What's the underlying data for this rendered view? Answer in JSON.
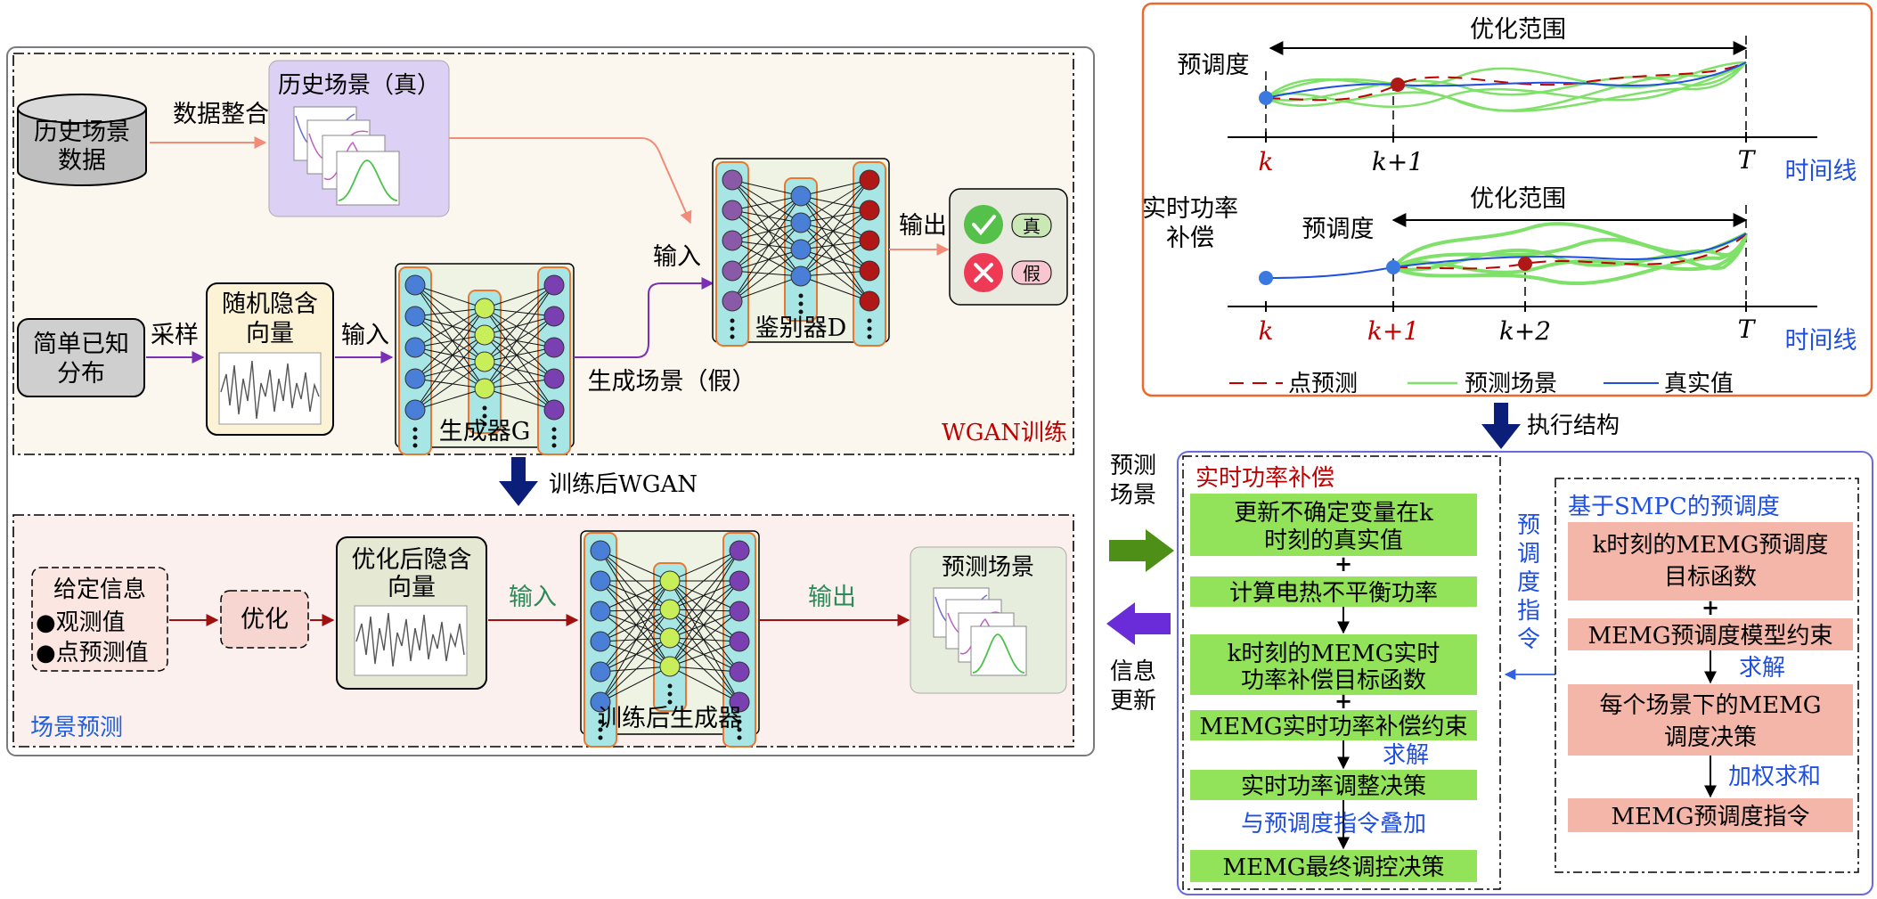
{
  "wgan": {
    "hist_db": [
      "历史场景",
      "数据"
    ],
    "data_integration": "数据整合",
    "hist_scene": "历史场景（真）",
    "simple_dist": [
      "简单已知",
      "分布"
    ],
    "sampling": "采样",
    "random_latent": [
      "随机隐含",
      "向量"
    ],
    "input1": "输入",
    "generator": "生成器G",
    "gen_scene": "生成场景（假）",
    "input2": "输入",
    "discriminator": "鉴别器D",
    "output": "输出",
    "real": "真",
    "fake": "假",
    "section_label": "WGAN训练"
  },
  "trained_arrow": "训练后WGAN",
  "pred": {
    "given_info": "给定信息",
    "bullet1": "●观测值",
    "bullet2": "●点预测值",
    "optimize": "优化",
    "opt_latent": [
      "优化后隐含",
      "向量"
    ],
    "input": "输入",
    "output": "输出",
    "trained_gen": "训练后生成器",
    "pred_scene": "预测场景",
    "section_label": "场景预测"
  },
  "side": {
    "pred_scene": [
      "预测",
      "场景"
    ],
    "info_update": [
      "信息",
      "更新"
    ],
    "exec_struct": "执行结构"
  },
  "timeline": {
    "opt_range": "优化范围",
    "pre_dispatch": "预调度",
    "k": "k",
    "k1": "k+1",
    "k2": "k+2",
    "T": "T",
    "time_axis": "时间线",
    "rt_comp": [
      "实时功率",
      "补偿"
    ],
    "legend_point": "点预测",
    "legend_scene": "预测场景",
    "legend_real": "真实值"
  },
  "rt": {
    "title": "实时功率补偿",
    "box1": [
      "更新不确定变量在k",
      "时刻的真实值"
    ],
    "box2": "计算电热不平衡功率",
    "box3": [
      "k时刻的MEMG实时",
      "功率补偿目标函数"
    ],
    "box4": "MEMG实时功率补偿约束",
    "solve": "求解",
    "box5": "实时功率调整决策",
    "overlay": "与预调度指令叠加",
    "box6": "MEMG最终调控决策",
    "cmd": [
      "预",
      "调",
      "度",
      "指",
      "令"
    ]
  },
  "smpc": {
    "title": "基于SMPC的预调度",
    "box1": [
      "k时刻的MEMG预调度",
      "目标函数"
    ],
    "box2": "MEMG预调度模型约束",
    "solve": "求解",
    "box3": [
      "每个场景下的MEMG",
      "调度决策"
    ],
    "weighted": "加权求和",
    "box4": "MEMG预调度指令"
  },
  "colors": {
    "red": "#c00000",
    "blue": "#1f4fe0",
    "green_box": "#92e35a",
    "pink_box": "#f4b6a8",
    "orange_border": "#e86a2e",
    "navy": "#0b1f7a",
    "green_arrow": "#4e8f17",
    "purple_arrow": "#6a2bd9"
  }
}
